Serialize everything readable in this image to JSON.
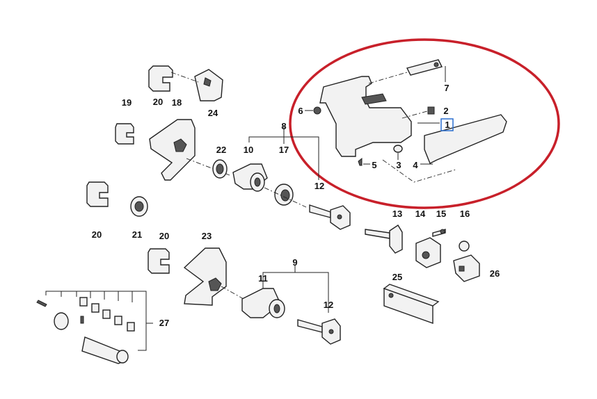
{
  "diagram": {
    "type": "exploded parts diagram - door handle and lock cylinder set",
    "highlight_color": "#c8202a",
    "selected_part_color": "#2a6fd0",
    "selected_part": "1",
    "labels": {
      "p1": "1",
      "p2": "2",
      "p3": "3",
      "p4": "4",
      "p5": "5",
      "p6": "6",
      "p7": "7",
      "p8": "8",
      "p9": "9",
      "p10": "10",
      "p11": "11",
      "p12a": "12",
      "p12b": "12",
      "p13": "13",
      "p14": "14",
      "p15": "15",
      "p16": "16",
      "p17": "17",
      "p18": "18",
      "p19": "19",
      "p20a": "20",
      "p20b": "20",
      "p20c": "20",
      "p21": "21",
      "p22": "22",
      "p23": "23",
      "p24": "24",
      "p25": "25",
      "p26": "26",
      "p27": "27"
    }
  }
}
